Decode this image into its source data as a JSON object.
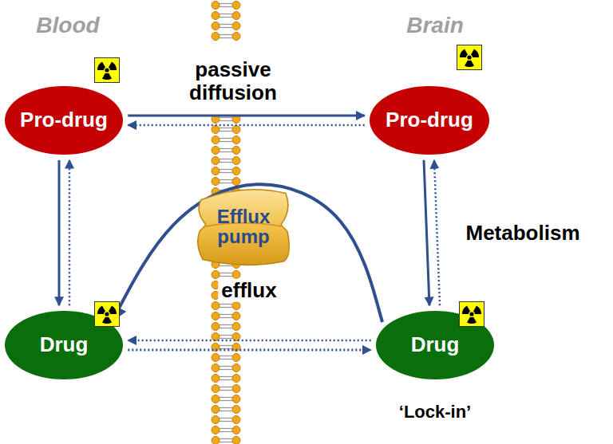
{
  "diagram": {
    "nodes": [
      {
        "text": [
          "Pro-drug"
        ]
      },
      {
        "text": [
          "Pro-drug"
        ]
      },
      {
        "text": [
          "Efflux pump"
        ]
      },
      {
        "text": [
          "Drug"
        ]
      },
      {
        "text": [
          "Drug"
        ]
      }
    ],
    "edges": [
      {
        "from": 0,
        "to": 1,
        "arrow": "both",
        "label": "passive diffusion"
      },
      {
        "from": 0,
        "to": 3,
        "arrow": "both"
      },
      {
        "from": 1,
        "to": 4,
        "arrow": "both",
        "label": "Metabolism"
      },
      {
        "from": 3,
        "to": 4,
        "arrow": "both"
      },
      {
        "from": 4,
        "to": 3,
        "arrow": "to",
        "label": "efflux"
      }
    ],
    "labels": [
      "Blood",
      "Brain",
      "‘Lock-in’"
    ]
  }
}
